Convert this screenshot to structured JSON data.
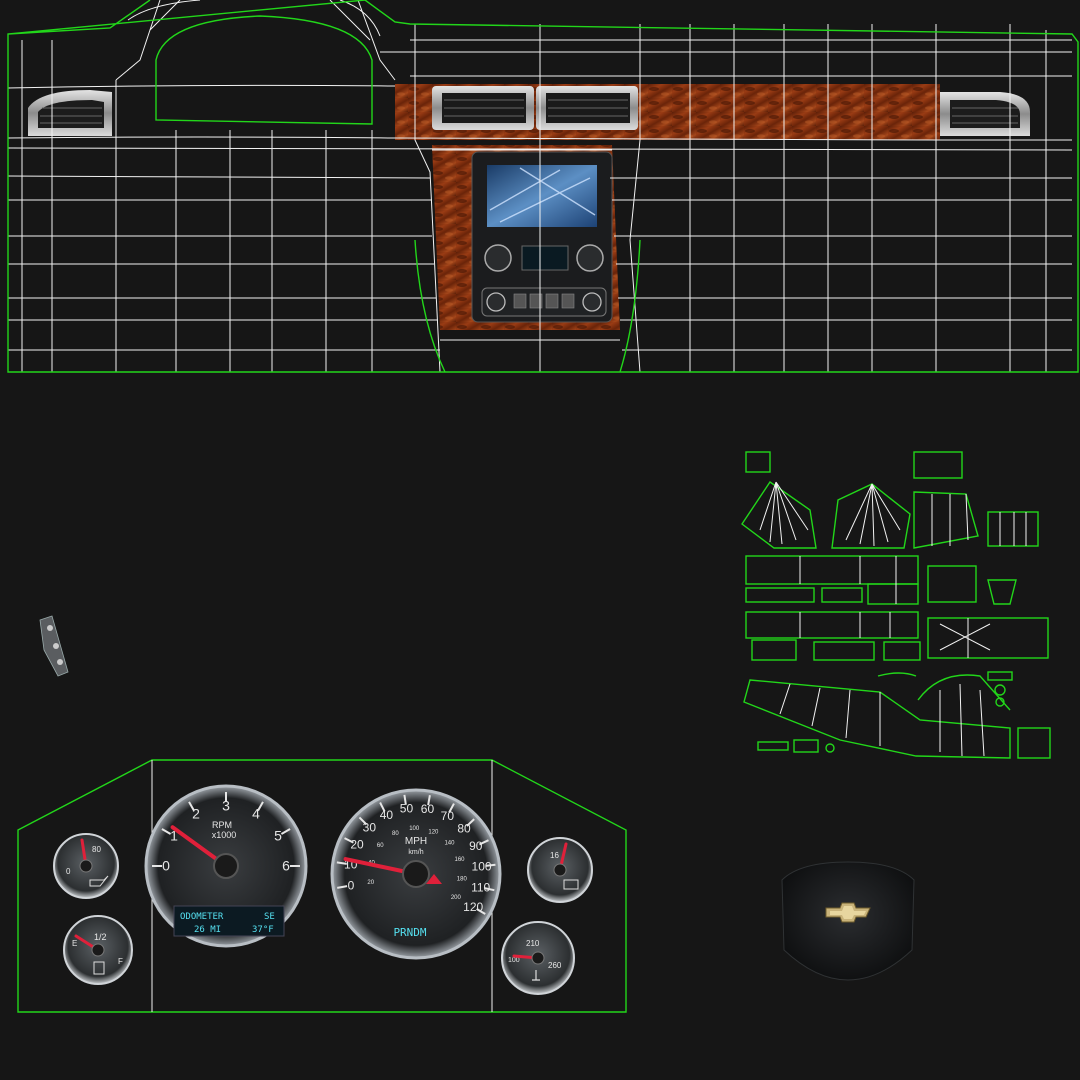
{
  "colors": {
    "background": "#161616",
    "wireframe": "#f2f2f2",
    "uv_edge": "#22d61a",
    "wood": "#8a3212",
    "needle": "#e0203a",
    "lcd_text": "#55e0f0"
  },
  "tach": {
    "ticks": [
      "0",
      "1",
      "2",
      "3",
      "4",
      "5",
      "6"
    ],
    "unit_label": "RPM",
    "multiplier_label": "x1000",
    "lcd_left_title": "ODOMETER",
    "lcd_left_value": "26 MI",
    "lcd_right_title": "SE",
    "lcd_right_value": "37°F",
    "needle_value": 1.2,
    "max_value": 6
  },
  "speedo": {
    "ticks_outer": [
      "0",
      "10",
      "20",
      "30",
      "40",
      "50",
      "60",
      "70",
      "80",
      "90",
      "100",
      "110",
      "120"
    ],
    "ticks_inner": [
      "20",
      "40",
      "60",
      "80",
      "100",
      "120",
      "140",
      "160",
      "180",
      "200"
    ],
    "unit_label": "MPH",
    "unit_sub_label": "km/h",
    "gear_display": "PRNDM",
    "needle_value": 12,
    "max_value": 120
  },
  "small_gauges": {
    "oil": {
      "label_max": "80",
      "label_min": "0"
    },
    "fuel": {
      "label_half": "1/2",
      "label_empty": "E",
      "label_full": "F"
    },
    "volt": {
      "label_max": "16"
    },
    "temp": {
      "label_mid": "210",
      "label_min": "100",
      "label_max": "260"
    }
  },
  "steering_wheel": {
    "emblem": "chevrolet-bowtie"
  }
}
